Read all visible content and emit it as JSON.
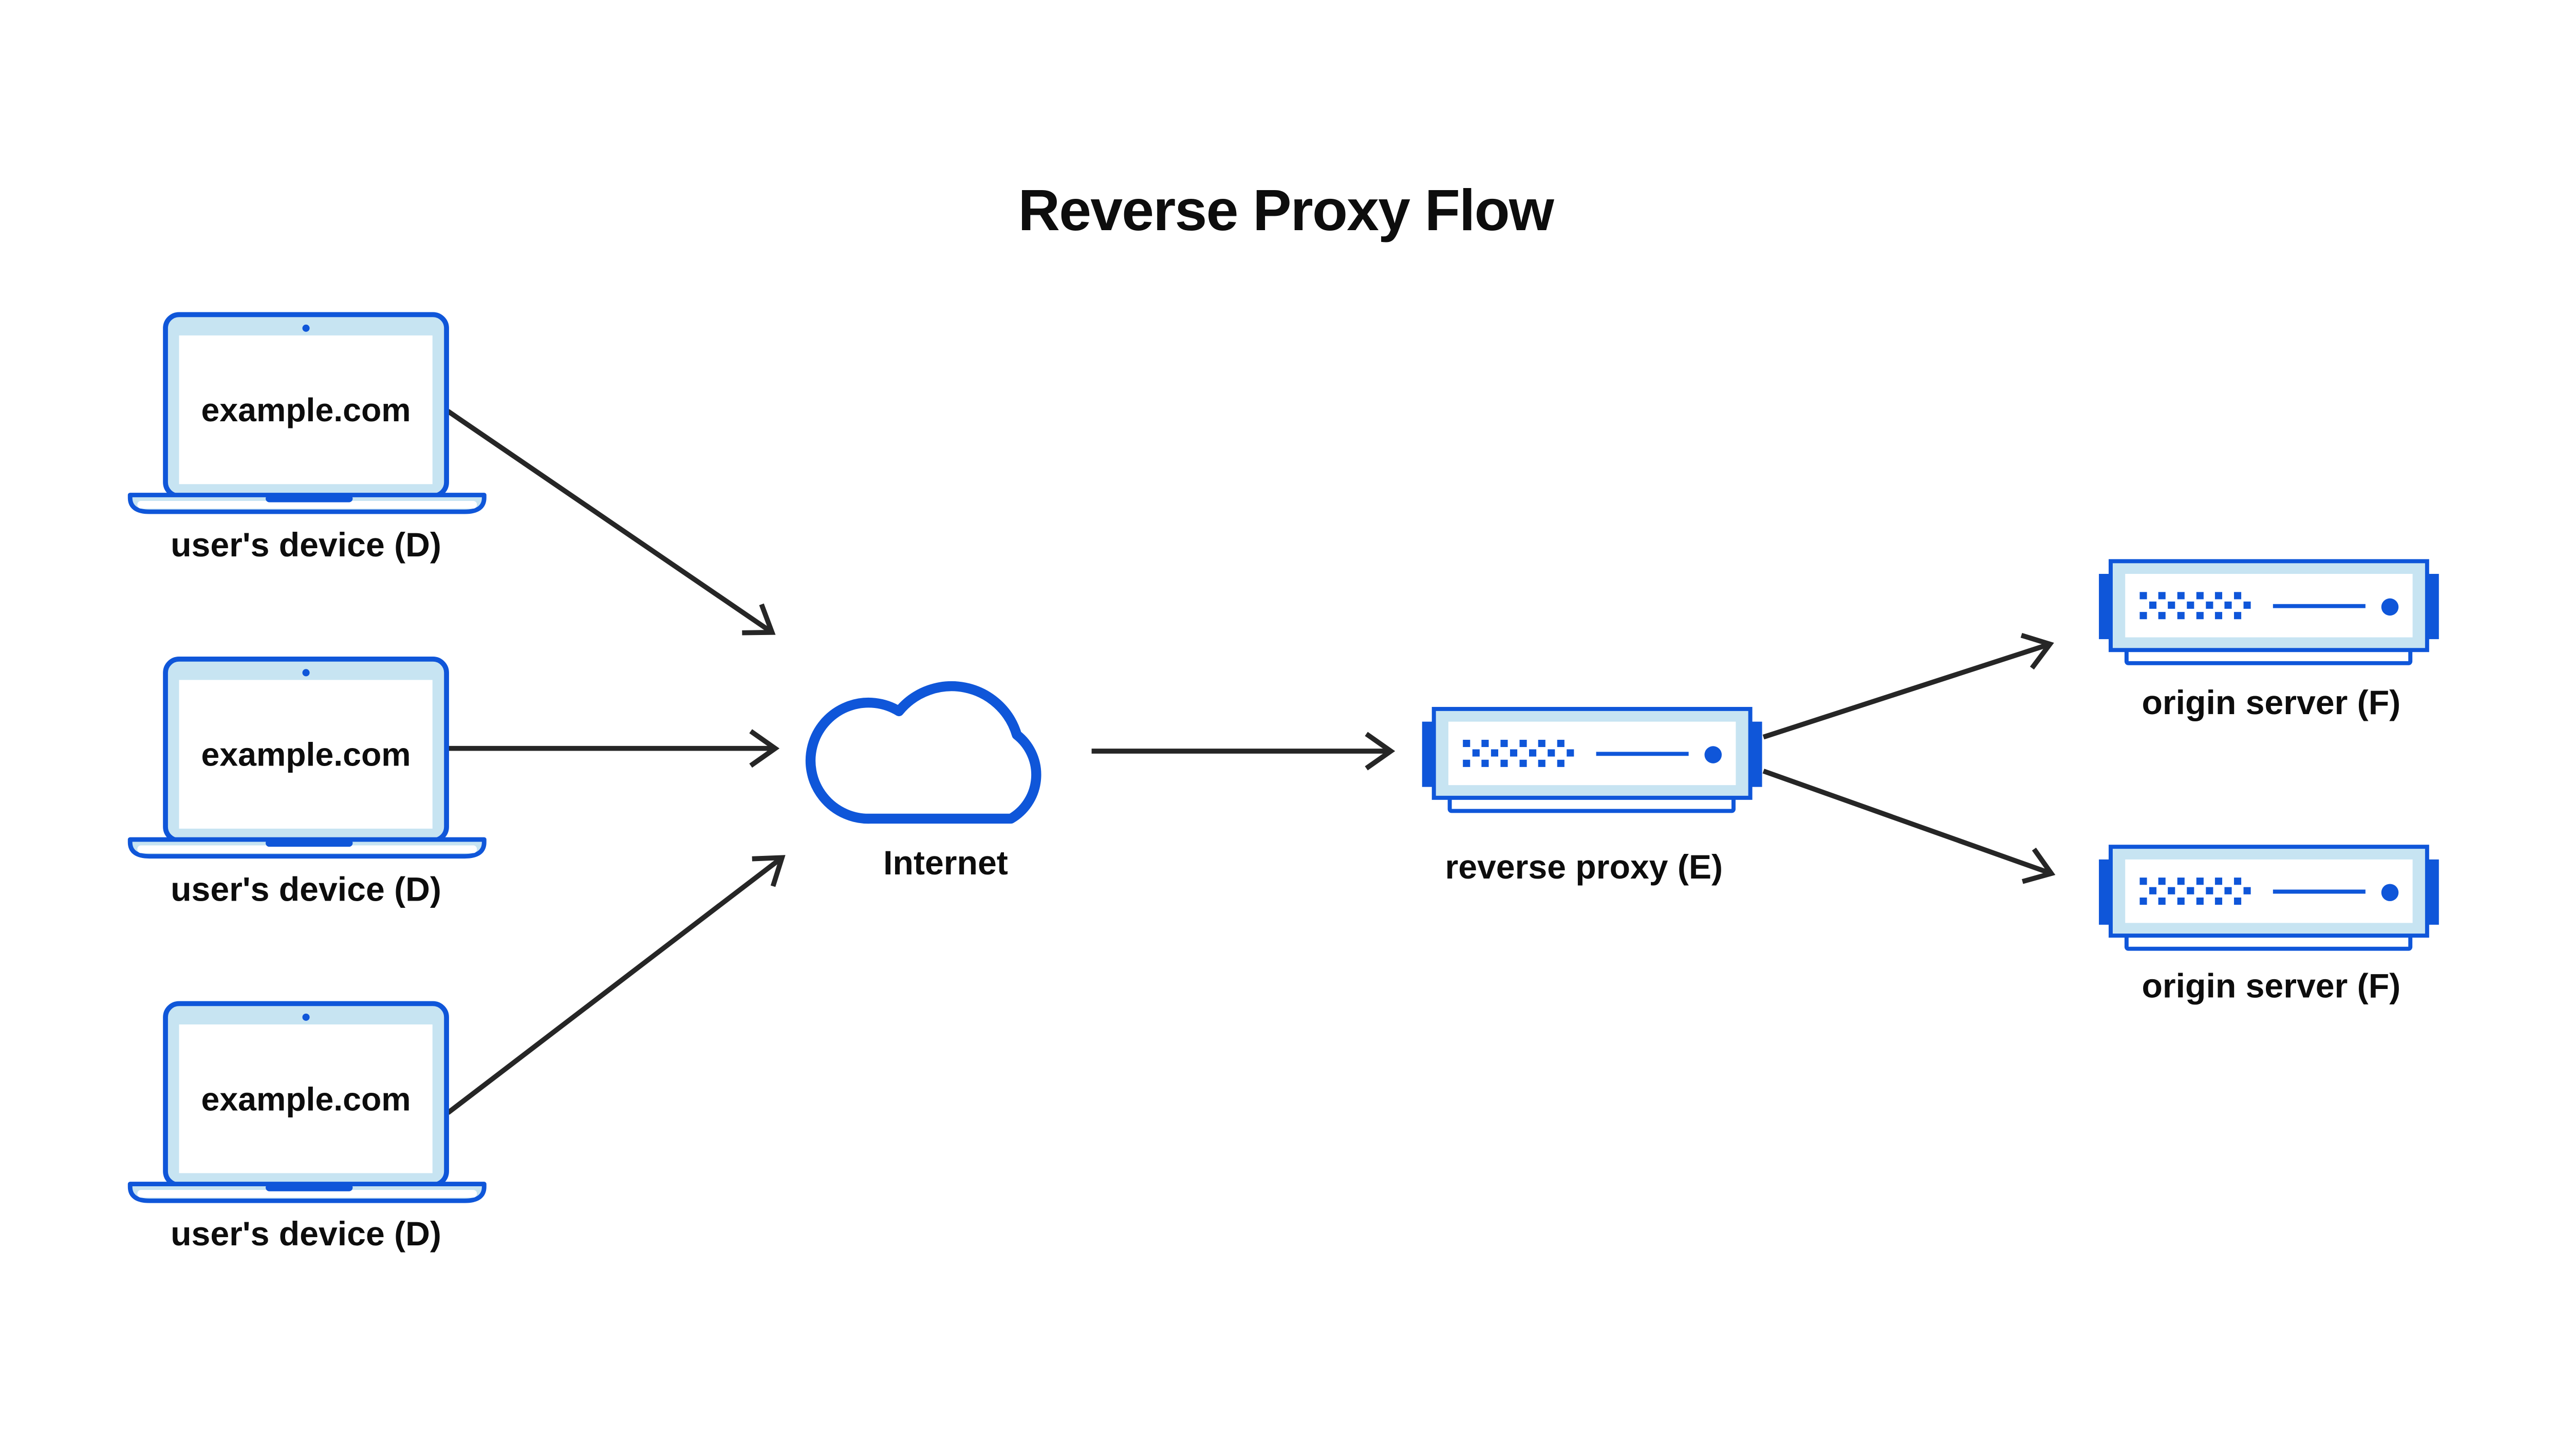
{
  "title": "Reverse Proxy Flow",
  "nodes": {
    "devices": [
      {
        "screen_text": "example.com",
        "label": "user's device (D)"
      },
      {
        "screen_text": "example.com",
        "label": "user's device (D)"
      },
      {
        "screen_text": "example.com",
        "label": "user's device (D)"
      }
    ],
    "internet": {
      "label": "Internet"
    },
    "reverse_proxy": {
      "label": "reverse proxy (E)"
    },
    "origin_servers": [
      {
        "label": "origin server (F)"
      },
      {
        "label": "origin server (F)"
      }
    ]
  },
  "edges": [
    {
      "from": "user-device-1",
      "to": "internet"
    },
    {
      "from": "user-device-2",
      "to": "internet"
    },
    {
      "from": "user-device-3",
      "to": "internet"
    },
    {
      "from": "internet",
      "to": "reverse-proxy"
    },
    {
      "from": "reverse-proxy",
      "to": "origin-server-1"
    },
    {
      "from": "reverse-proxy",
      "to": "origin-server-2"
    }
  ],
  "colors": {
    "blue": "#0f56d9",
    "light-blue": "#c7e4f2",
    "arrow": "#262626",
    "text": "#0d0d0d",
    "bg": "#ffffff"
  }
}
